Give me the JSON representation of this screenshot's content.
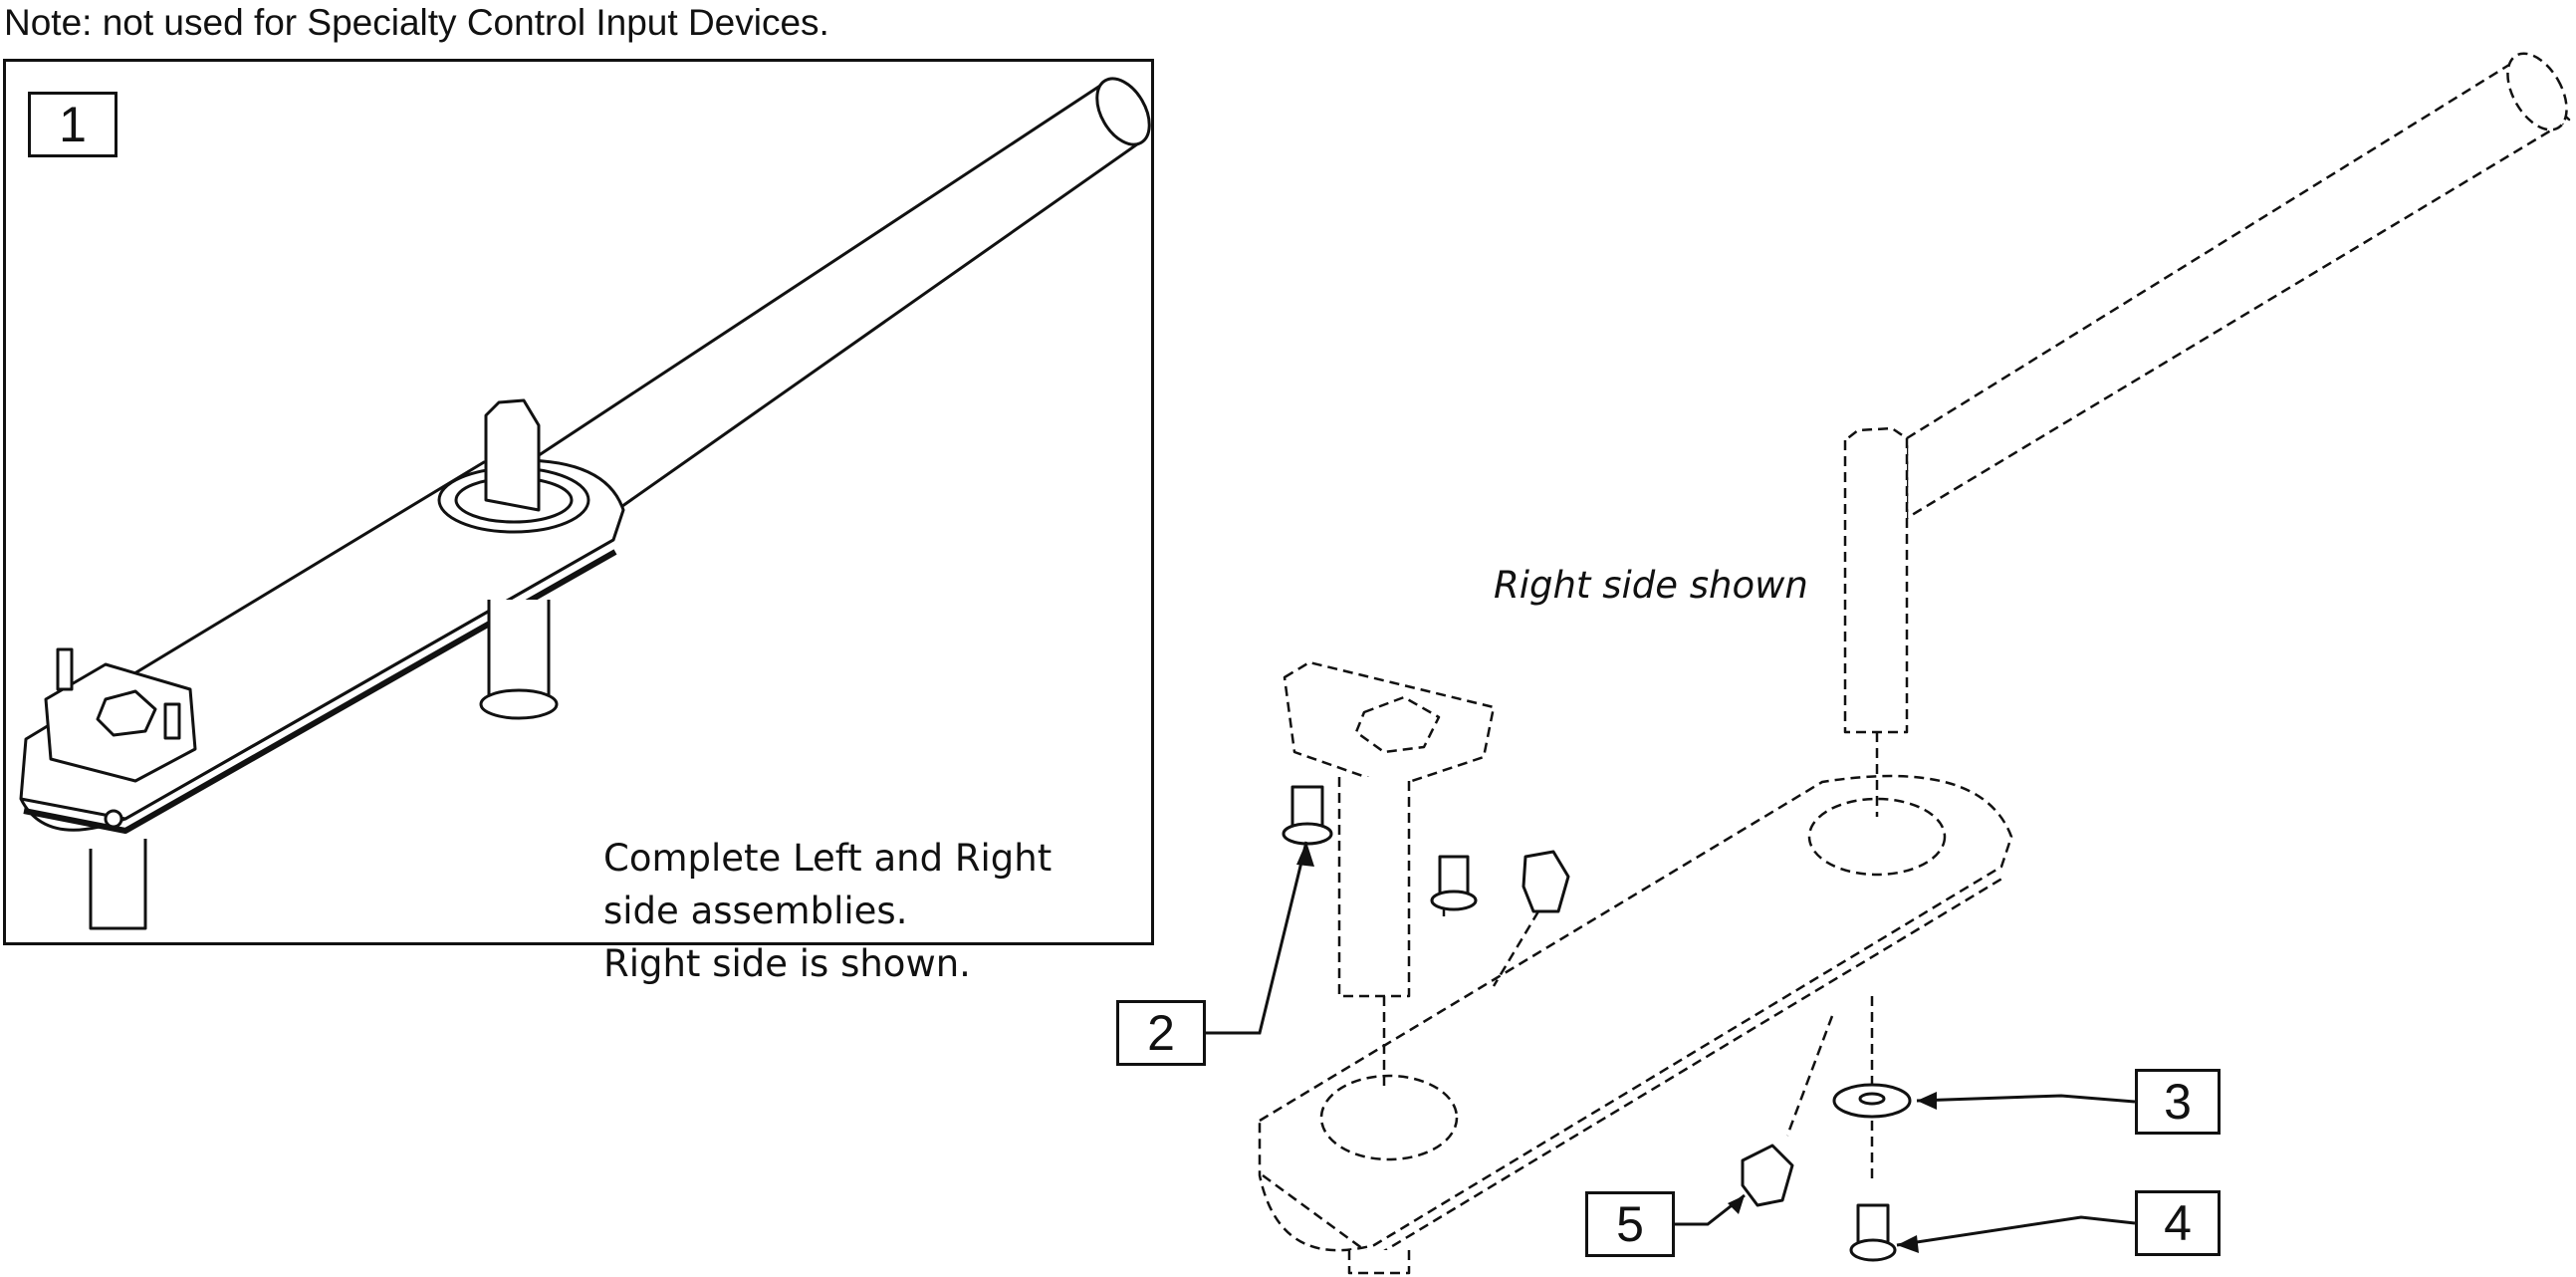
{
  "note": "Note: not used for Specialty Control Input Devices.",
  "panel": {
    "number": "1",
    "description_lines": [
      "Complete Left and Right",
      "side assemblies.",
      "Right side is shown."
    ]
  },
  "exploded": {
    "side_label": "Right side shown",
    "callouts": [
      "2",
      "3",
      "4",
      "5"
    ]
  }
}
